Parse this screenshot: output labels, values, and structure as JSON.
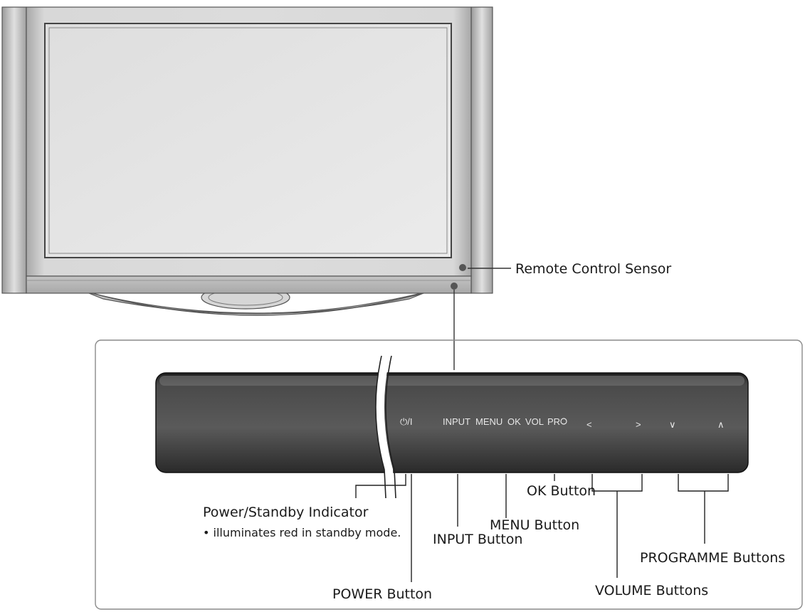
{
  "labels": {
    "remote_sensor": "Remote Control Sensor",
    "power_indicator": "Power/Standby Indicator",
    "power_indicator_note": "• illuminates red in standby mode.",
    "power_button": "POWER Button",
    "input_button": "INPUT Button",
    "menu_button": "MENU Button",
    "ok_button": "OK Button",
    "volume_buttons": "VOLUME Buttons",
    "programme_buttons": "PROGRAMME Buttons"
  },
  "panel": {
    "power_symbol": "⏻/I",
    "input": "INPUT",
    "menu": "MENU",
    "ok": "OK",
    "vol": "VOL",
    "pr": "PR",
    "vol_down": "<",
    "vol_up": ">",
    "pr_down": "∨",
    "pr_up": "∧"
  },
  "colors": {
    "panel_dark": "#3a3a3a",
    "screen": "#e6e6e6",
    "frame": "#d2d2d2"
  }
}
